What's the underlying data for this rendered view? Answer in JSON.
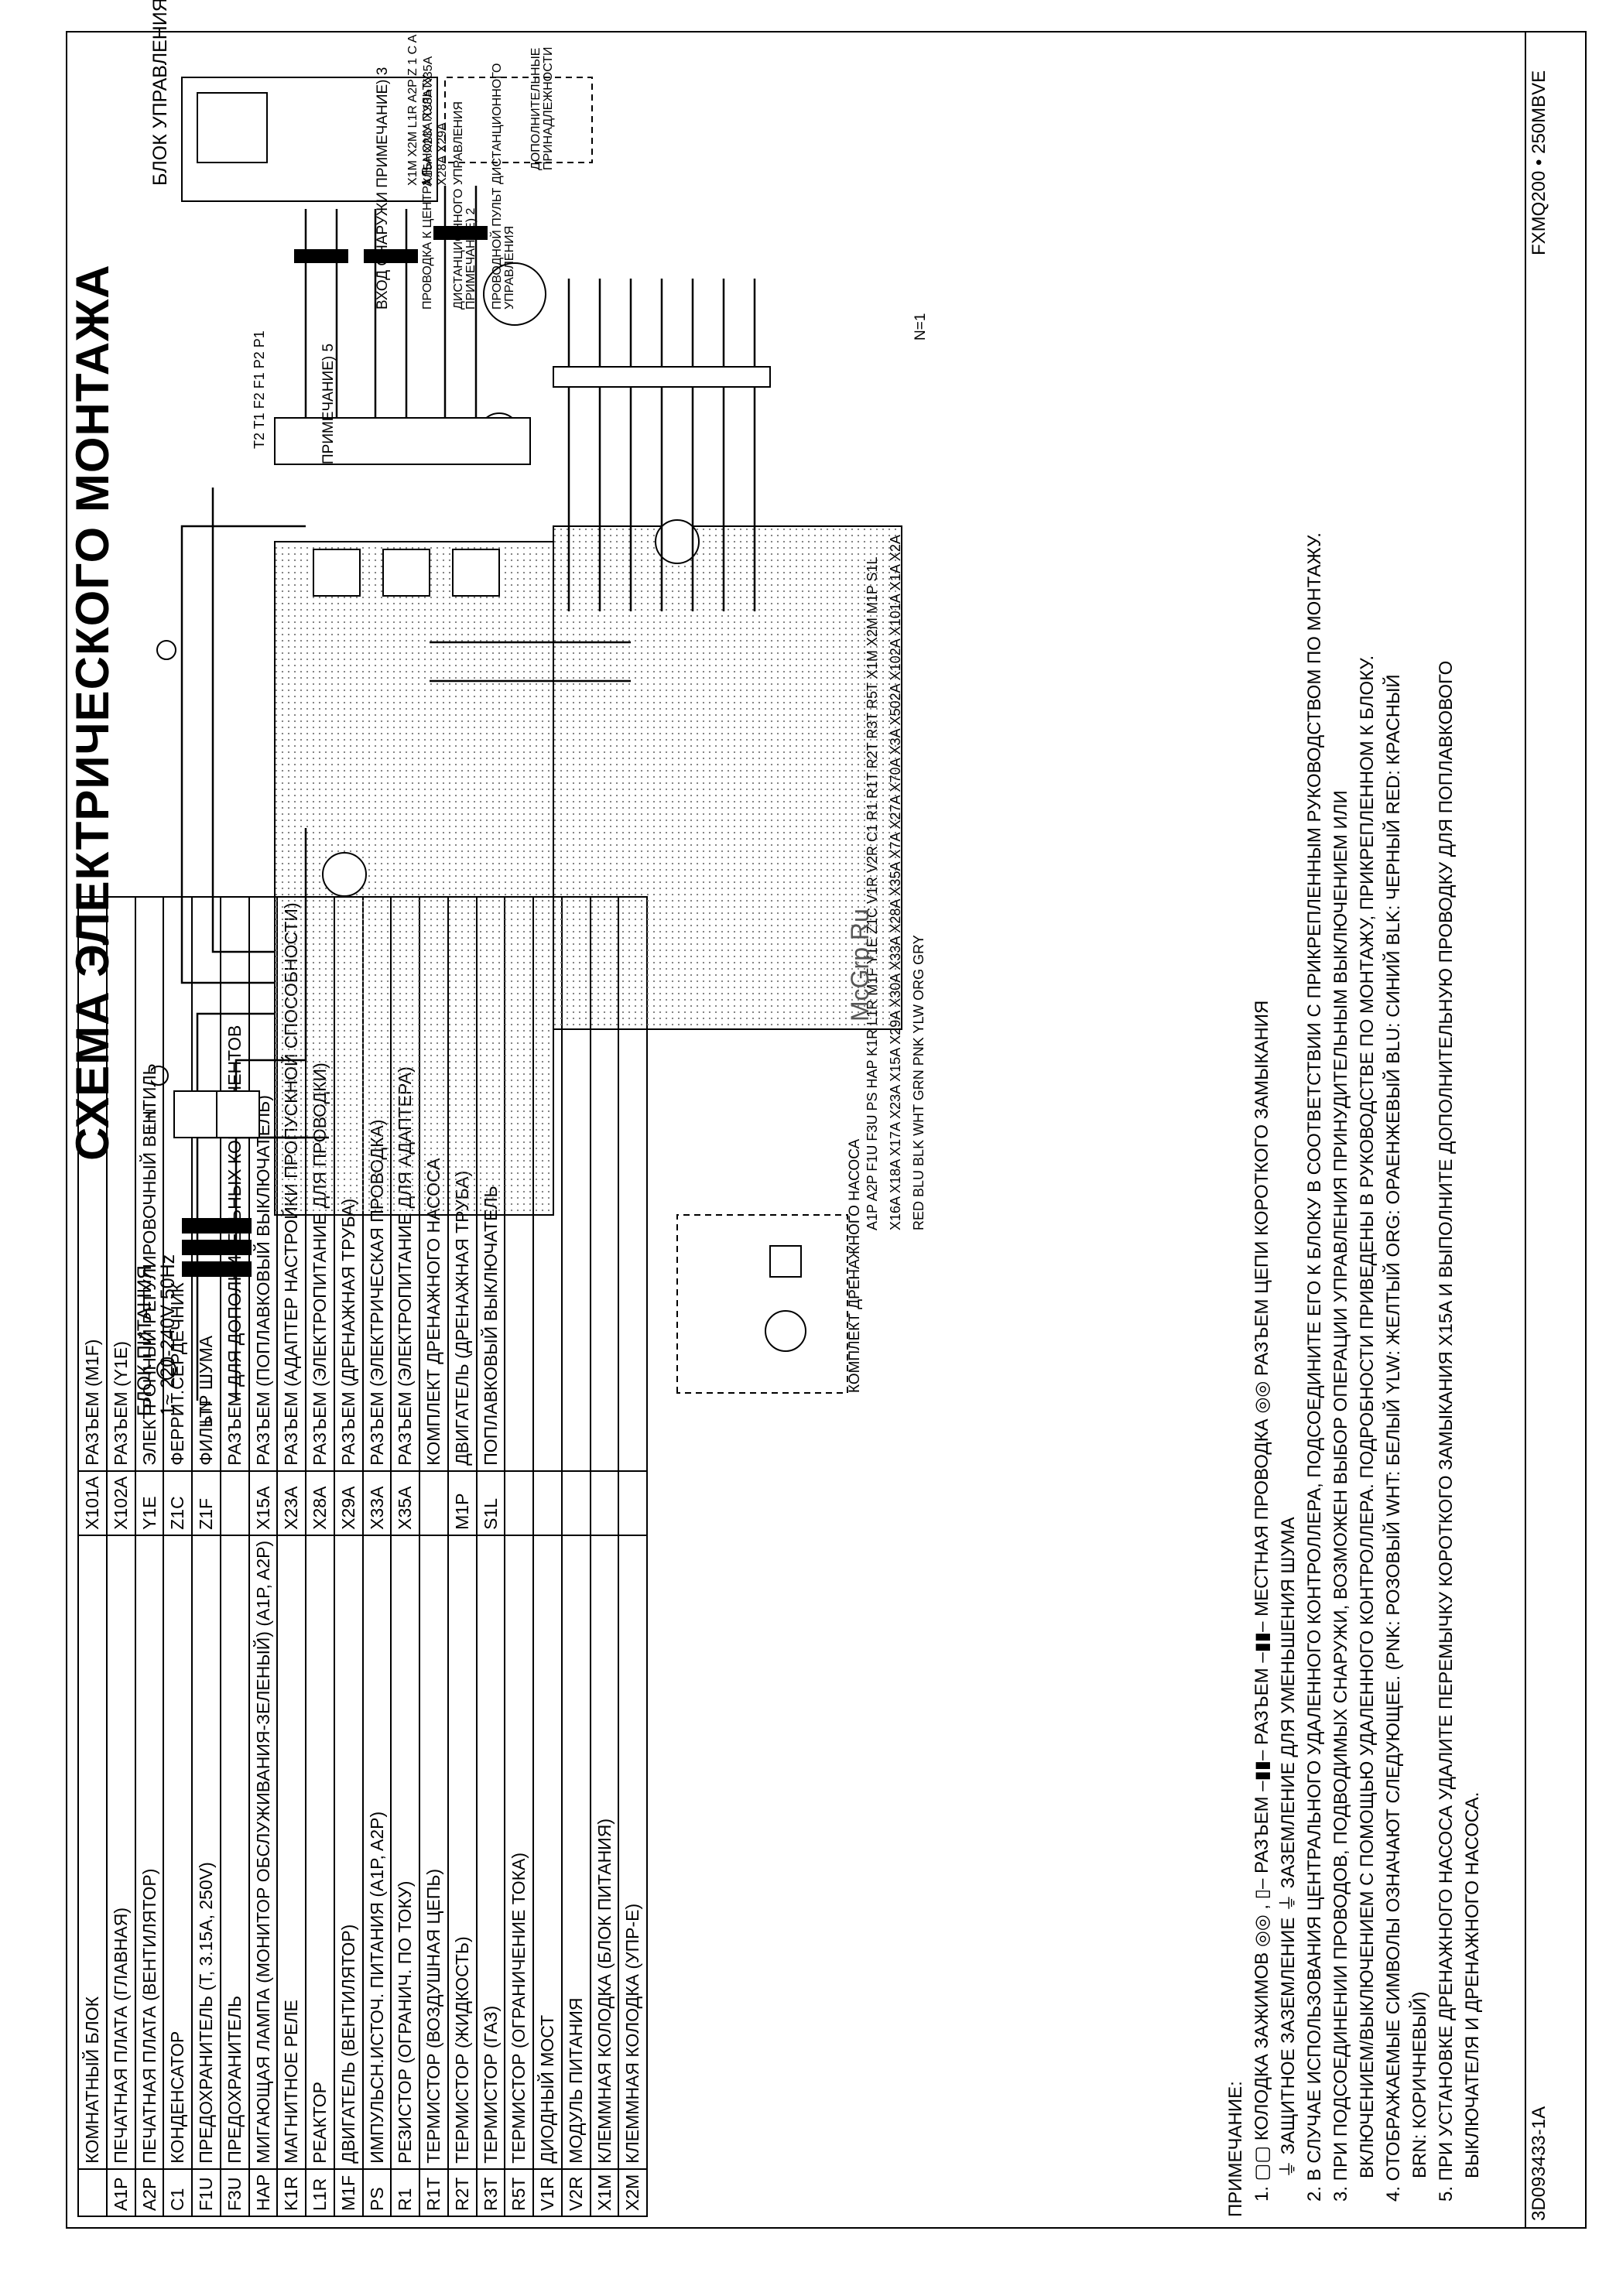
{
  "document": {
    "title": "СХЕМА ЭЛЕКТРИЧЕСКОГО МОНТАЖА",
    "code_left": "3D093433-1A",
    "code_right": "FXMQ200 • 250MBVE",
    "watermark": "McGrp.Ru"
  },
  "legend": {
    "left_rows": [
      {
        "code": "",
        "desc": "КОМНАТНЫЙ БЛОК"
      },
      {
        "code": "A1P",
        "desc": "ПЕЧАТНАЯ ПЛАТА (ГЛАВНАЯ)"
      },
      {
        "code": "A2P",
        "desc": "ПЕЧАТНАЯ ПЛАТА (ВЕНТИЛЯТОР)"
      },
      {
        "code": "C1",
        "desc": "КОНДЕНСАТОР"
      },
      {
        "code": "F1U",
        "desc": "ПРЕДОХРАНИТЕЛЬ (T, 3.15A, 250V)"
      },
      {
        "code": "F3U",
        "desc": "ПРЕДОХРАНИТЕЛЬ"
      },
      {
        "code": "HAP",
        "desc": "МИГАЮЩАЯ ЛАМПА (МОНИТОР ОБСЛУЖИВАНИЯ-ЗЕЛЕНЫЙ) (A1P, A2P)"
      },
      {
        "code": "K1R",
        "desc": "МАГНИТНОЕ РЕЛЕ"
      },
      {
        "code": "L1R",
        "desc": "РЕАКТОР"
      },
      {
        "code": "M1F",
        "desc": "ДВИГАТЕЛЬ (ВЕНТИЛЯТОР)"
      },
      {
        "code": "PS",
        "desc": "ИМПУЛЬСН.ИСТОЧ. ПИТАНИЯ (A1P, A2P)"
      },
      {
        "code": "R1",
        "desc": "РЕЗИСТОР (ОГРАНИЧ. ПО ТОКУ)"
      },
      {
        "code": "R1T",
        "desc": "ТЕРМИСТОР (ВОЗДУШНАЯ ЦЕПЬ)"
      },
      {
        "code": "R2T",
        "desc": "ТЕРМИСТОР (ЖИДКОСТЬ)"
      },
      {
        "code": "R3T",
        "desc": "ТЕРМИСТОР (ГАЗ)"
      },
      {
        "code": "R5T",
        "desc": "ТЕРМИСТОР (ОГРАНИЧЕНИЕ ТОКА)"
      },
      {
        "code": "V1R",
        "desc": "ДИОДНЫЙ МОСТ"
      },
      {
        "code": "V2R",
        "desc": "МОДУЛЬ ПИТАНИЯ"
      },
      {
        "code": "X1M",
        "desc": "КЛЕММНАЯ КОЛОДКА (БЛОК ПИТАНИЯ)"
      },
      {
        "code": "X2M",
        "desc": "КЛЕММНАЯ КОЛОДКА (УПР-Е)"
      }
    ],
    "right_rows": [
      {
        "code": "X101A",
        "desc": "РАЗЪЕМ (M1F)"
      },
      {
        "code": "X102A",
        "desc": "РАЗЪЕМ (Y1E)"
      },
      {
        "code": "Y1E",
        "desc": "ЭЛЕКТРОННЫЙ РЕГУЛИРОВОЧНЫЙ ВЕНТИЛЬ"
      },
      {
        "code": "Z1C",
        "desc": "ФЕРРИТ.СЕРДЕЧНИК"
      },
      {
        "code": "Z1F",
        "desc": "ФИЛЬТР ШУМА"
      },
      {
        "code": "",
        "desc": "РАЗЪЕМ ДЛЯ ДОПОЛНИТЕЛЬНЫХ КОМПОНЕНТОВ"
      },
      {
        "code": "X15A",
        "desc": "РАЗЪЕМ (ПОПЛАВКОВЫЙ ВЫКЛЮЧАТЕЛЬ)"
      },
      {
        "code": "X23A",
        "desc": "РАЗЪЕМ (АДАПТЕР НАСТРОЙКИ ПРОПУСКНОЙ СПОСОБНОСТИ)"
      },
      {
        "code": "X28A",
        "desc": "РАЗЪЕМ (ЭЛЕКТРОПИТАНИЕ ДЛЯ ПРОВОДКИ)"
      },
      {
        "code": "X29A",
        "desc": "РАЗЪЕМ (ДРЕНАЖНАЯ ТРУБА)"
      },
      {
        "code": "X33A",
        "desc": "РАЗЪЕМ (ЭЛЕКТРИЧЕСКАЯ ПРОВОДКА)"
      },
      {
        "code": "X35A",
        "desc": "РАЗЪЕМ (ЭЛЕКТРОПИТАНИЕ ДЛЯ АДАПТЕРА)"
      },
      {
        "code": "",
        "desc": "КОМПЛЕКТ ДРЕНАЖНОГО НАСОСА"
      },
      {
        "code": "M1P",
        "desc": "ДВИГАТЕЛЬ (ДРЕНАЖНАЯ ТРУБА)"
      },
      {
        "code": "S1L",
        "desc": "ПОПЛАВКОВЫЙ ВЫКЛЮЧАТЕЛЬ"
      }
    ]
  },
  "diagram": {
    "power_block": "БЛОК ПИТАНИЯ",
    "power_spec": "1~ 220-240V 50Hz",
    "control_block": "БЛОК УПРАВЛЕНИЯ",
    "drain_kit": "КОМПЛЕКТ ДРЕНАЖНОГО НАСОСА",
    "outside_input": "ВХОД СНАРУЖИ ПРИМЕЧАНИЕ) 3",
    "central_wiring": "ПРОВОДКА К ЦЕНТРАЛЬНОМУ ПУЛЬТУ",
    "remote_wiring": "ДИСТАНЦИОННОГО УПРАВЛЕНИЯ ПРИМЕЧАНИЕ) 2",
    "wired_remote": "ПРОВОДНОЙ ПУЛЬТ ДИСТАНЦИОННОГО УПРАВЛЕНИЯ",
    "accessories": "ДОПОЛНИТЕЛЬНЫЕ ПРИНАДЛЕЖНОСТИ",
    "note5_ref": "ПРИМЕЧАНИЕ) 5",
    "components": [
      "A1P",
      "A2P",
      "F1U",
      "F3U",
      "PS",
      "HAP",
      "K1R",
      "L1R",
      "M1F",
      "Y1E",
      "Z1C",
      "V1R",
      "V2R",
      "C1",
      "R1",
      "R1T",
      "R2T",
      "R3T",
      "R5T",
      "X1M",
      "X2M",
      "M1P",
      "S1L"
    ],
    "connectors": [
      "X16A",
      "X18A",
      "X17A",
      "X23A",
      "X15A",
      "X29A",
      "X30A",
      "X33A",
      "X28A",
      "X35A",
      "X7A",
      "X27A",
      "X70A",
      "X3A",
      "X502A",
      "X102A",
      "X101A",
      "X1A",
      "X2A"
    ],
    "wire_colors": [
      "RED",
      "BLU",
      "BLK",
      "WHT",
      "GRN",
      "PNK",
      "YLW",
      "ORG",
      "GRY"
    ],
    "terminals_x2m": [
      "T2",
      "T1",
      "F2",
      "F1",
      "P2",
      "P1"
    ],
    "terminals_x1m": [
      "L",
      "N"
    ],
    "ctrl_pins": [
      "X15A",
      "X23A",
      "X33A",
      "X35A",
      "X28A",
      "X29A"
    ],
    "ctrl_terms": [
      "X1M",
      "X2M",
      "L1R",
      "A2P",
      "Z",
      "1",
      "C",
      "A",
      "1",
      "P"
    ],
    "nturns": "N=1",
    "mains": [
      "L",
      "N"
    ]
  },
  "notes": {
    "heading": "ПРИМЕЧАНИЕ:",
    "items": [
      "1. ▢▢ КОЛОДКА ЗАЖИМОВ  ◎◎ , ▯– РАЗЪЕМ  –▮▮– РАЗЪЕМ  –▮▮– МЕСТНАЯ ПРОВОДКА  ◎◎ РАЗЪЕМ ЦЕПИ КОРОТКОГО ЗАМЫКАНИЯ",
      "⏚ ЗАЩИТНОЕ ЗАЗЕМЛЕНИЕ  ⏚ ЗАЗЕМЛЕНИЕ ДЛЯ УМЕНЬШЕНИЯ ШУМА",
      "2. В СЛУЧАЕ ИСПОЛЬЗОВАНИЯ ЦЕНТРАЛЬНОГО УДАЛЕННОГО КОНТРОЛЛЕРА, ПОДСОЕДИНИТЕ ЕГО К БЛОКУ В СООТВЕТСТВИИ С ПРИКРЕПЛЕННЫМ РУКОВОДСТВОМ ПО МОНТАЖУ.",
      "3. ПРИ ПОДСОЕДИНЕНИИ ПРОВОДОВ, ПОДВОДИМЫХ СНАРУЖИ, ВОЗМОЖЕН ВЫБОР ОПЕРАЦИИ УПРАВЛЕНИЯ ПРИНУДИТЕЛЬНЫМ ВЫКЛЮЧЕНИЕМ ИЛИ",
      "ВКЛЮЧЕНИЕМ/ВЫКЛЮЧЕНИЕМ С ПОМОЩЬЮ УДАЛЕННОГО КОНТРОЛЛЕРА. ПОДРОБНОСТИ ПРИВЕДЕНЫ В РУКОВОДСТВЕ ПО МОНТАЖУ, ПРИКРЕПЛЕННОМ К БЛОКУ.",
      "4. ОТОБРАЖАЕМЫЕ СИМВОЛЫ ОЗНАЧАЮТ СЛЕДУЮЩЕЕ. (PNK: РОЗОВЫЙ  WHT: БЕЛЫЙ  YLW: ЖЕЛТЫЙ  ORG: ОРАЕНЖЕВЫЙ  BLU: СИНИЙ  BLK: ЧЕРНЫЙ  RED: КРАСНЫЙ",
      "BRN: КОРИЧНЕВЫЙ)",
      "5. ПРИ УСТАНОВКЕ ДРЕНАЖНОГО НАСОСА УДАЛИТЕ ПЕРЕМЫЧКУ КОРОТКОГО ЗАМЫКАНИЯ X15A И ВЫПОЛНИТЕ ДОПОЛНИТЕЛЬНУЮ ПРОВОДКУ ДЛЯ ПОПЛАВКОВОГО",
      "ВЫКЛЮЧАТЕЛЯ И ДРЕНАЖНОГО НАСОСА."
    ]
  }
}
